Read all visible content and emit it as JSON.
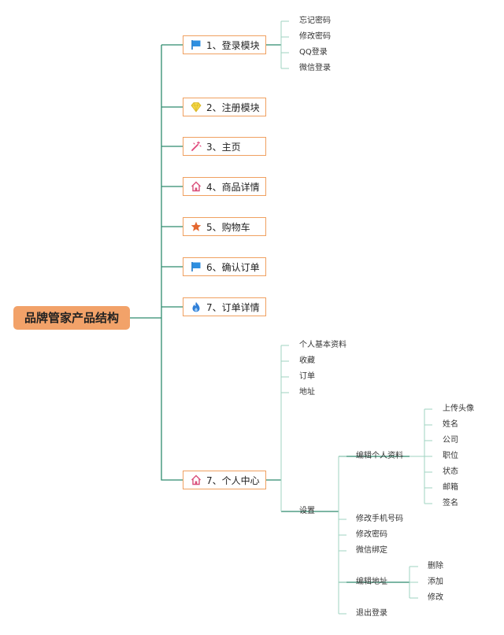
{
  "root": {
    "label": "品牌管家产品结构"
  },
  "modules": [
    {
      "label": "1、登录模块",
      "icon": "flag-icon",
      "children": [
        "忘记密码",
        "修改密码",
        "QQ登录",
        "微信登录"
      ]
    },
    {
      "label": "2、注册模块",
      "icon": "diamond-icon",
      "children": []
    },
    {
      "label": "3、主页",
      "icon": "magic-wand-icon",
      "children": []
    },
    {
      "label": "4、商品详情",
      "icon": "home-icon",
      "children": []
    },
    {
      "label": "5、购物车",
      "icon": "star-icon",
      "children": []
    },
    {
      "label": "6、确认订单",
      "icon": "flag-icon",
      "children": []
    },
    {
      "label": "7、订单详情",
      "icon": "flame-icon",
      "children": []
    },
    {
      "label": "7、个人中心",
      "icon": "home-icon",
      "children": [
        "个人基本资料",
        "收藏",
        "订单",
        "地址",
        "设置"
      ]
    }
  ],
  "settings": {
    "children": [
      "编辑个人资料",
      "修改手机号码",
      "修改密码",
      "微信绑定",
      "编辑地址",
      "退出登录"
    ],
    "edit_profile_children": [
      "上传头像",
      "姓名",
      "公司",
      "职位",
      "状态",
      "邮箱",
      "签名"
    ],
    "edit_address_children": [
      "删除",
      "添加",
      "修改"
    ]
  },
  "colors": {
    "root_fill": "#f2a269",
    "node_border": "#f0a060",
    "connector": "#2e8b6e",
    "connector_light": "#9fd3c0"
  }
}
